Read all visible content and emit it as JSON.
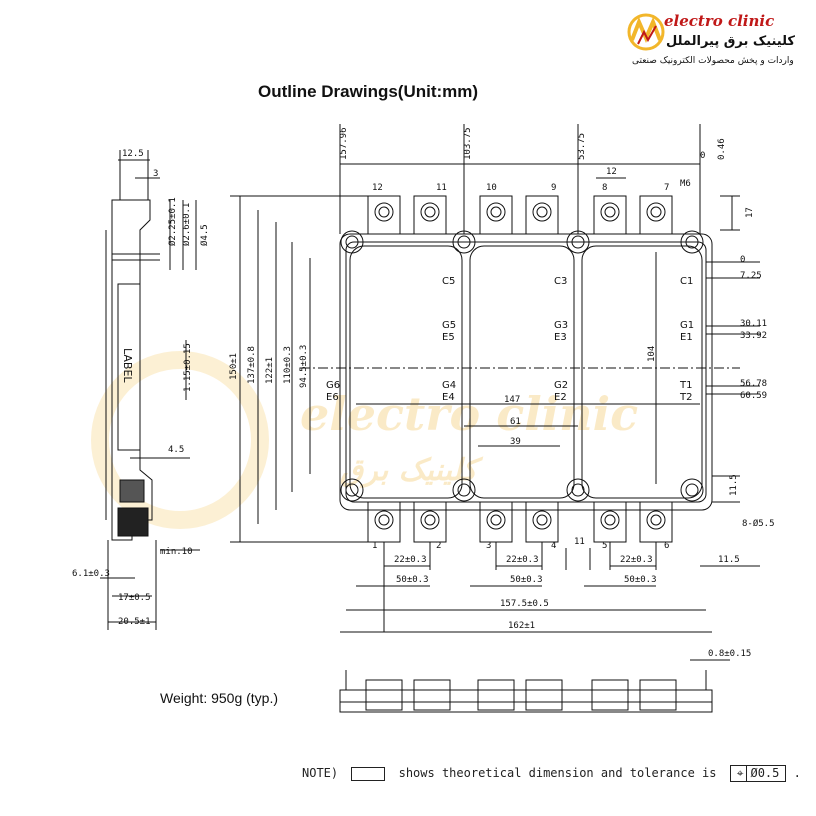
{
  "title": "Outline Drawings(Unit:mm)",
  "weight": "Weight: 950g (typ.)",
  "note": {
    "prefix": "NOTE)",
    "middle": "shows theoretical dimension and tolerance is",
    "symbol": "⌖",
    "value": "Ø0.5",
    "suffix": "."
  },
  "logo": {
    "name": "electro clinic",
    "fa_name": "کلینیک برق پیرالملل",
    "fa_tagline": "واردات و پخش محصولات الکترونیک صنعتی"
  },
  "watermark": {
    "name": "electro clinic",
    "fa": "کلینیک برق"
  },
  "side_view": {
    "label": "LABEL",
    "dims": [
      "12.5",
      "3",
      "Ø2.25±0.1",
      "Ø2.6±0.1",
      "Ø4.5",
      "1.15±0.15",
      "4.5",
      "min.10",
      "6.1±0.3",
      "17±0.5",
      "20.5±1"
    ]
  },
  "top_view": {
    "top_dims": [
      "157.96",
      "103.75",
      "53.75",
      "0",
      "0.46",
      "12",
      "M6",
      "17"
    ],
    "terminals_top": [
      "12",
      "11",
      "10",
      "9",
      "8",
      "7"
    ],
    "terminals_bottom": [
      "1",
      "2",
      "3",
      "4",
      "5",
      "6"
    ],
    "pins": [
      "C5",
      "G5",
      "E5",
      "G4",
      "E4",
      "C3",
      "G3",
      "E3",
      "G2",
      "E2",
      "C1",
      "G1",
      "E1",
      "T1",
      "T2",
      "G6",
      "E6"
    ],
    "vertical_dims": [
      "150±1",
      "137±0.8",
      "122±1",
      "110±0.3",
      "94.5±0.3",
      "104"
    ],
    "right_dims": [
      "0",
      "7.25",
      "30.11",
      "33.92",
      "56.78",
      "60.59",
      "11.5",
      "8-Ø5.5",
      "11.5"
    ],
    "inner_dims": [
      "147",
      "61",
      "39"
    ],
    "bottom_dims": [
      "22±0.3",
      "22±0.3",
      "22±0.3",
      "50±0.3",
      "50±0.3",
      "50±0.3",
      "11",
      "157.5±0.5",
      "162±1"
    ]
  },
  "front_view": {
    "dim": "0.8±0.15"
  }
}
